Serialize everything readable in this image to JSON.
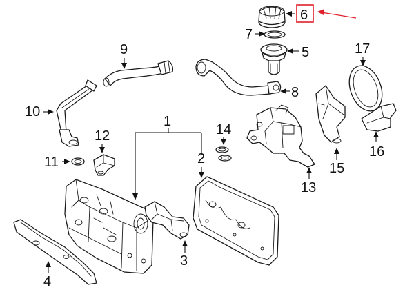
{
  "callouts": {
    "c1": "1",
    "c2": "2",
    "c3": "3",
    "c4": "4",
    "c5": "5",
    "c6": "6",
    "c7": "7",
    "c8": "8",
    "c9": "9",
    "c10": "10",
    "c11": "11",
    "c12": "12",
    "c13": "13",
    "c14": "14",
    "c15": "15",
    "c16": "16",
    "c17": "17"
  },
  "highlighted_callout": "6",
  "colors": {
    "line": "#1a1a1a",
    "highlight": "#e0202a",
    "background": "#ffffff"
  }
}
